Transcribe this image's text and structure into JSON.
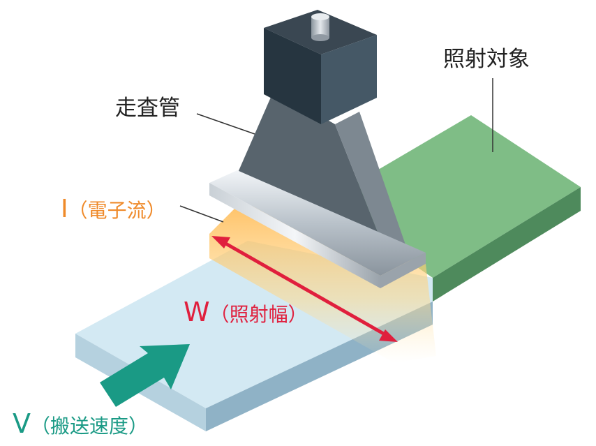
{
  "labels": {
    "scanning_tube": "走査管",
    "irradiation_target": "照射対象",
    "current": {
      "symbol": "I",
      "text": "（電子流）"
    },
    "width": {
      "symbol": "W",
      "text": "（照射幅）"
    },
    "speed": {
      "symbol": "V",
      "text": "（搬送速度）"
    }
  },
  "colors": {
    "current": "#ef8a2a",
    "width": "#e01f3d",
    "speed": "#1a9a85",
    "target_top": "#7fbd86",
    "conveyor_top": "#d3e9f3",
    "tube_body": "#5a6670",
    "beam_glow": "#ffd27a"
  }
}
